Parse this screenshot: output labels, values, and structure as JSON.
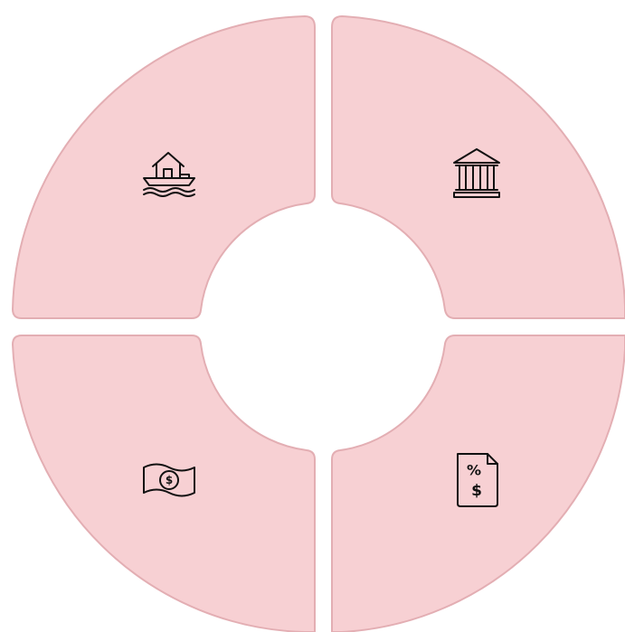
{
  "diagram": {
    "type": "segmented-ring",
    "fill_color": "#f7d0d3",
    "stroke_color": "#e3aeb3",
    "icon_color": "#111111",
    "segments": [
      {
        "position": "top-left",
        "icon": "houseboat-icon"
      },
      {
        "position": "top-right",
        "icon": "bank-icon"
      },
      {
        "position": "bottom-left",
        "icon": "money-bill-icon",
        "icon_glyph": "$"
      },
      {
        "position": "bottom-right",
        "icon": "tax-document-icon",
        "icon_glyph_top": "%",
        "icon_glyph_bottom": "$"
      }
    ]
  }
}
